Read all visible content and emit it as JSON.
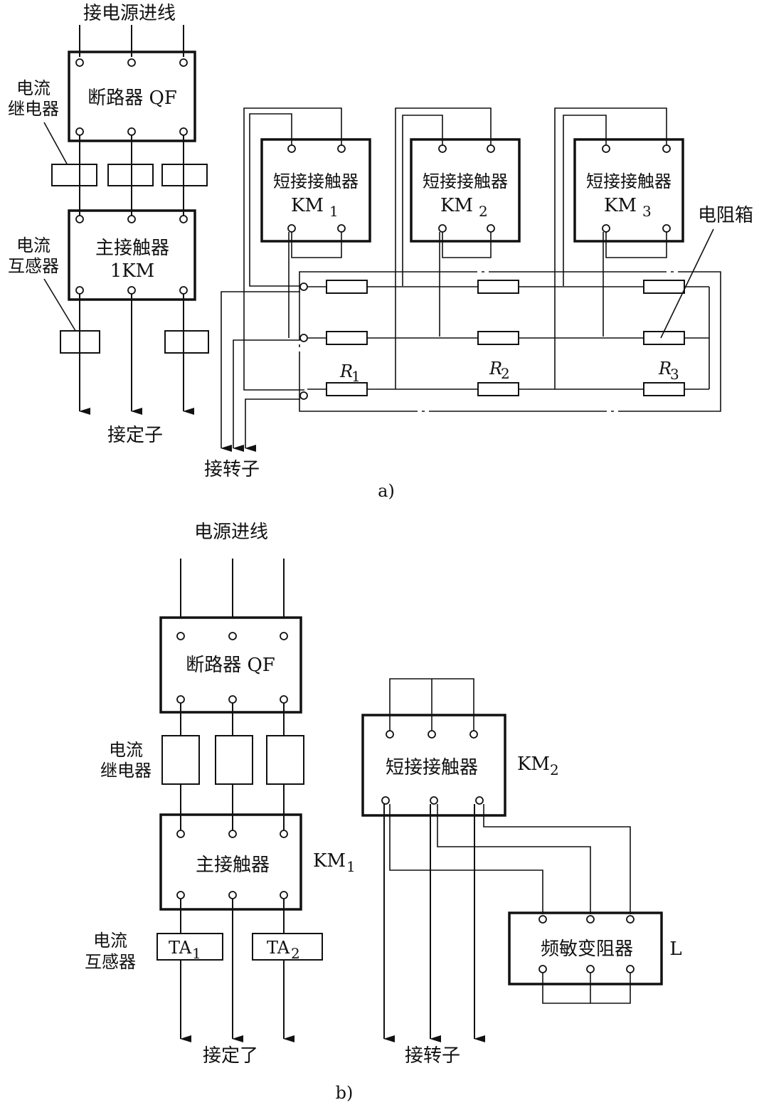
{
  "a": {
    "top_label": "接电源进线",
    "breaker": "断路器 QF",
    "relay_label": [
      "电流",
      "继电器"
    ],
    "main_contactor": [
      "主接触器",
      "1KM"
    ],
    "ct_label": [
      "电流",
      "互感器"
    ],
    "stator_label": "接定子",
    "short_contactor": "短接接触器",
    "km": [
      {
        "base": "KM",
        "sub": "1"
      },
      {
        "base": "KM",
        "sub": "2"
      },
      {
        "base": "KM",
        "sub": "3"
      }
    ],
    "resistor_box": "电阻箱",
    "resistors": [
      {
        "base": "R",
        "sub": "1"
      },
      {
        "base": "R",
        "sub": "2"
      },
      {
        "base": "R",
        "sub": "3"
      }
    ],
    "rotor_label": "接转子",
    "caption": "a)"
  },
  "b": {
    "top_label": "电源进线",
    "breaker": "断路器 QF",
    "relay_label": [
      "电流",
      "继电器"
    ],
    "main_contactor": "主接触器",
    "km1": {
      "base": "KM",
      "sub": "1"
    },
    "ct_label": [
      "电流",
      "互感器"
    ],
    "ta": [
      {
        "base": "TA",
        "sub": "1"
      },
      {
        "base": "TA",
        "sub": "2"
      }
    ],
    "stator_label": "接定了",
    "short_contactor": "短接接触器",
    "km2": {
      "base": "KM",
      "sub": "2"
    },
    "rheostat": "频敏变阻器",
    "rheostat_tag": "L",
    "rotor_label": "接转子",
    "caption": "b)"
  }
}
